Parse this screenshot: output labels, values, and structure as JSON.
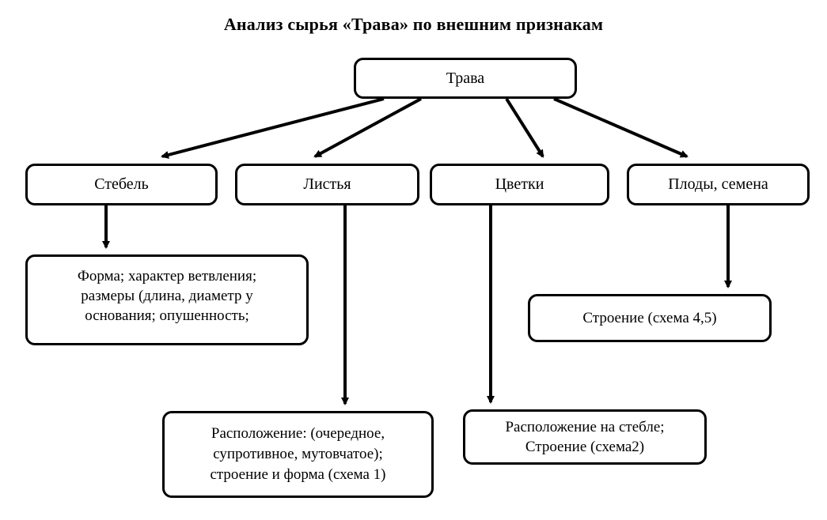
{
  "title": "Анализ сырья «Трава» по внешним признакам",
  "root": "Трава",
  "categories": [
    {
      "label": "Стебель"
    },
    {
      "label": "Листья"
    },
    {
      "label": "Цветки"
    },
    {
      "label": "Плоды, семена"
    }
  ],
  "details": {
    "stem": [
      "Форма; характер ветвления;",
      "размеры (длина, диаметр у",
      "основания; опушенность;"
    ],
    "leaves": [
      "Расположение: (очередное,",
      "супротивное, мутовчатое);",
      "строение и форма (схема 1)"
    ],
    "flowers": [
      "Расположение на стебле;",
      "Строение (схема2)"
    ],
    "fruits": [
      "Строение (схема 4,5)"
    ]
  },
  "colors": {
    "stroke": "#000000",
    "background": "#ffffff"
  }
}
